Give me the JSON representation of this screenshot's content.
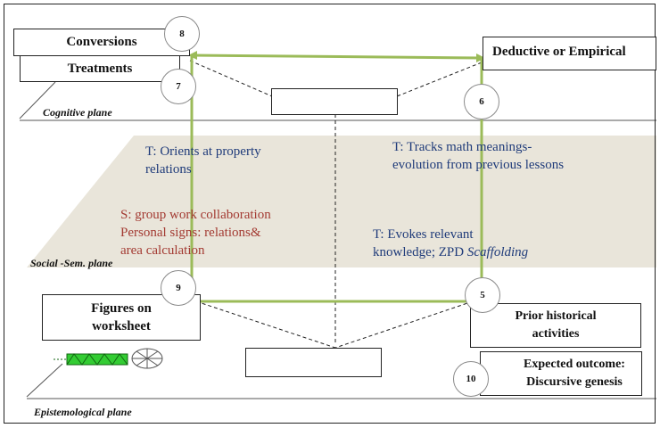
{
  "nodes": {
    "conversions": "Conversions",
    "treatments": "Treatments",
    "deductive": "Deductive or Empirical",
    "figures_line1": "Figures on",
    "figures_line2": "worksheet",
    "prior_line1": "Prior historical",
    "prior_line2": "activities",
    "outcome_line1": "Expected outcome:",
    "outcome_line2": "Discursive genesis"
  },
  "markers": {
    "m8": "8",
    "m7": "7",
    "m6": "6",
    "m9": "9",
    "m5": "5",
    "m10": "10"
  },
  "planes": {
    "cognitive": "Cognitive plane",
    "social": "Social -Sem. plane",
    "epistemological": "Epistemological plane"
  },
  "annotations": {
    "orients_line1": "T: Orients at property",
    "orients_line2": "relations",
    "tracks_line1": "T: Tracks math meanings-",
    "tracks_line2": "evolution from previous  lessons",
    "group_line1": "S: group work collaboration",
    "group_line2": "Personal signs: relations&",
    "group_line3": "area calculation",
    "evokes_line1": "T: Evokes relevant",
    "evokes_line2_prefix": "knowledge; ZPD ",
    "evokes_line2_italic": "Scaffolding"
  },
  "colors": {
    "green_path": "#9bbb59",
    "plane_fill": "#e9e5da",
    "blue_text": "#1f3b7a",
    "red_text": "#a33a32",
    "figure_green": "#33cc33"
  }
}
